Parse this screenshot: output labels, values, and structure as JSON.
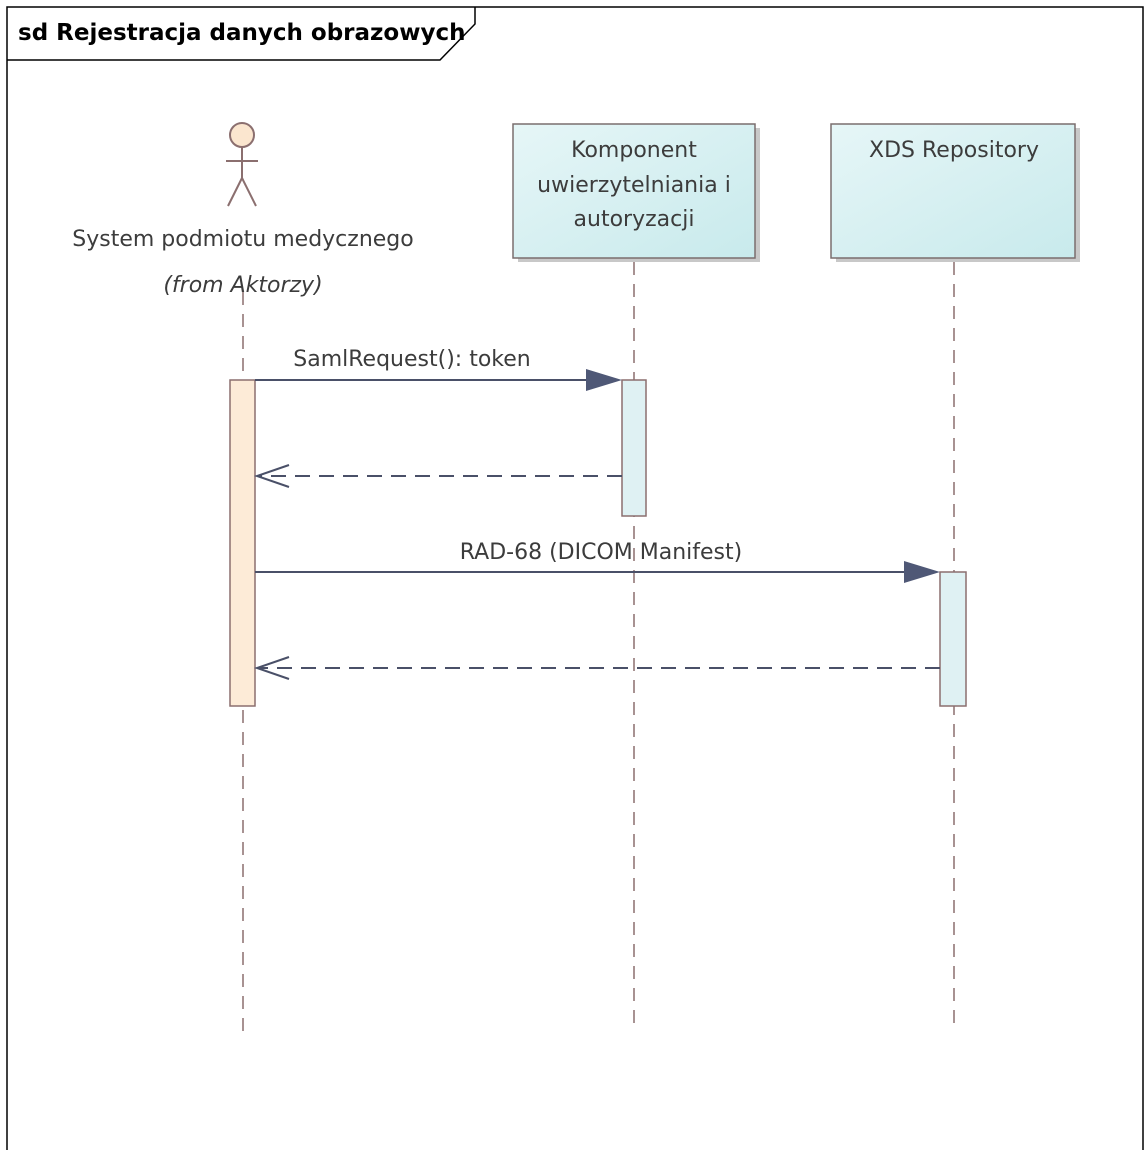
{
  "frame": {
    "title": "sd Rejestracja danych obrazowych"
  },
  "participants": [
    {
      "id": "actor",
      "kind": "actor",
      "label": "System podmiotu medycznego",
      "sublabel": "(from Aktorzy)"
    },
    {
      "id": "auth",
      "kind": "component",
      "label_lines": [
        "Komponent",
        "uwierzytelniania i",
        "autoryzacji"
      ]
    },
    {
      "id": "xds",
      "kind": "component",
      "label_lines": [
        "XDS Repository"
      ]
    }
  ],
  "messages": [
    {
      "from": "actor",
      "to": "auth",
      "type": "sync",
      "label": "SamlRequest(): token"
    },
    {
      "from": "auth",
      "to": "actor",
      "type": "return",
      "label": ""
    },
    {
      "from": "actor",
      "to": "xds",
      "type": "sync",
      "label": "RAD-68 (DICOM Manifest)"
    },
    {
      "from": "xds",
      "to": "actor",
      "type": "return",
      "label": ""
    }
  ],
  "colors": {
    "frame_stroke": "#000000",
    "lifeline": "#8b6f6f",
    "message_line": "#4a5068",
    "arrow_fill": "#4f5876",
    "actor_stroke": "#8b6f6f",
    "actor_head_fill": "#fbe6cf",
    "actor_activation_fill": "#fdebd7",
    "component_fill_light": "#e6f6f7",
    "component_fill_dark": "#c8eaec",
    "component_stroke": "#7a6e6e",
    "activation_fill": "#dff1f3",
    "shadow": "#c8c8c8",
    "text": "#3c3c3c",
    "title_text": "#000000"
  }
}
